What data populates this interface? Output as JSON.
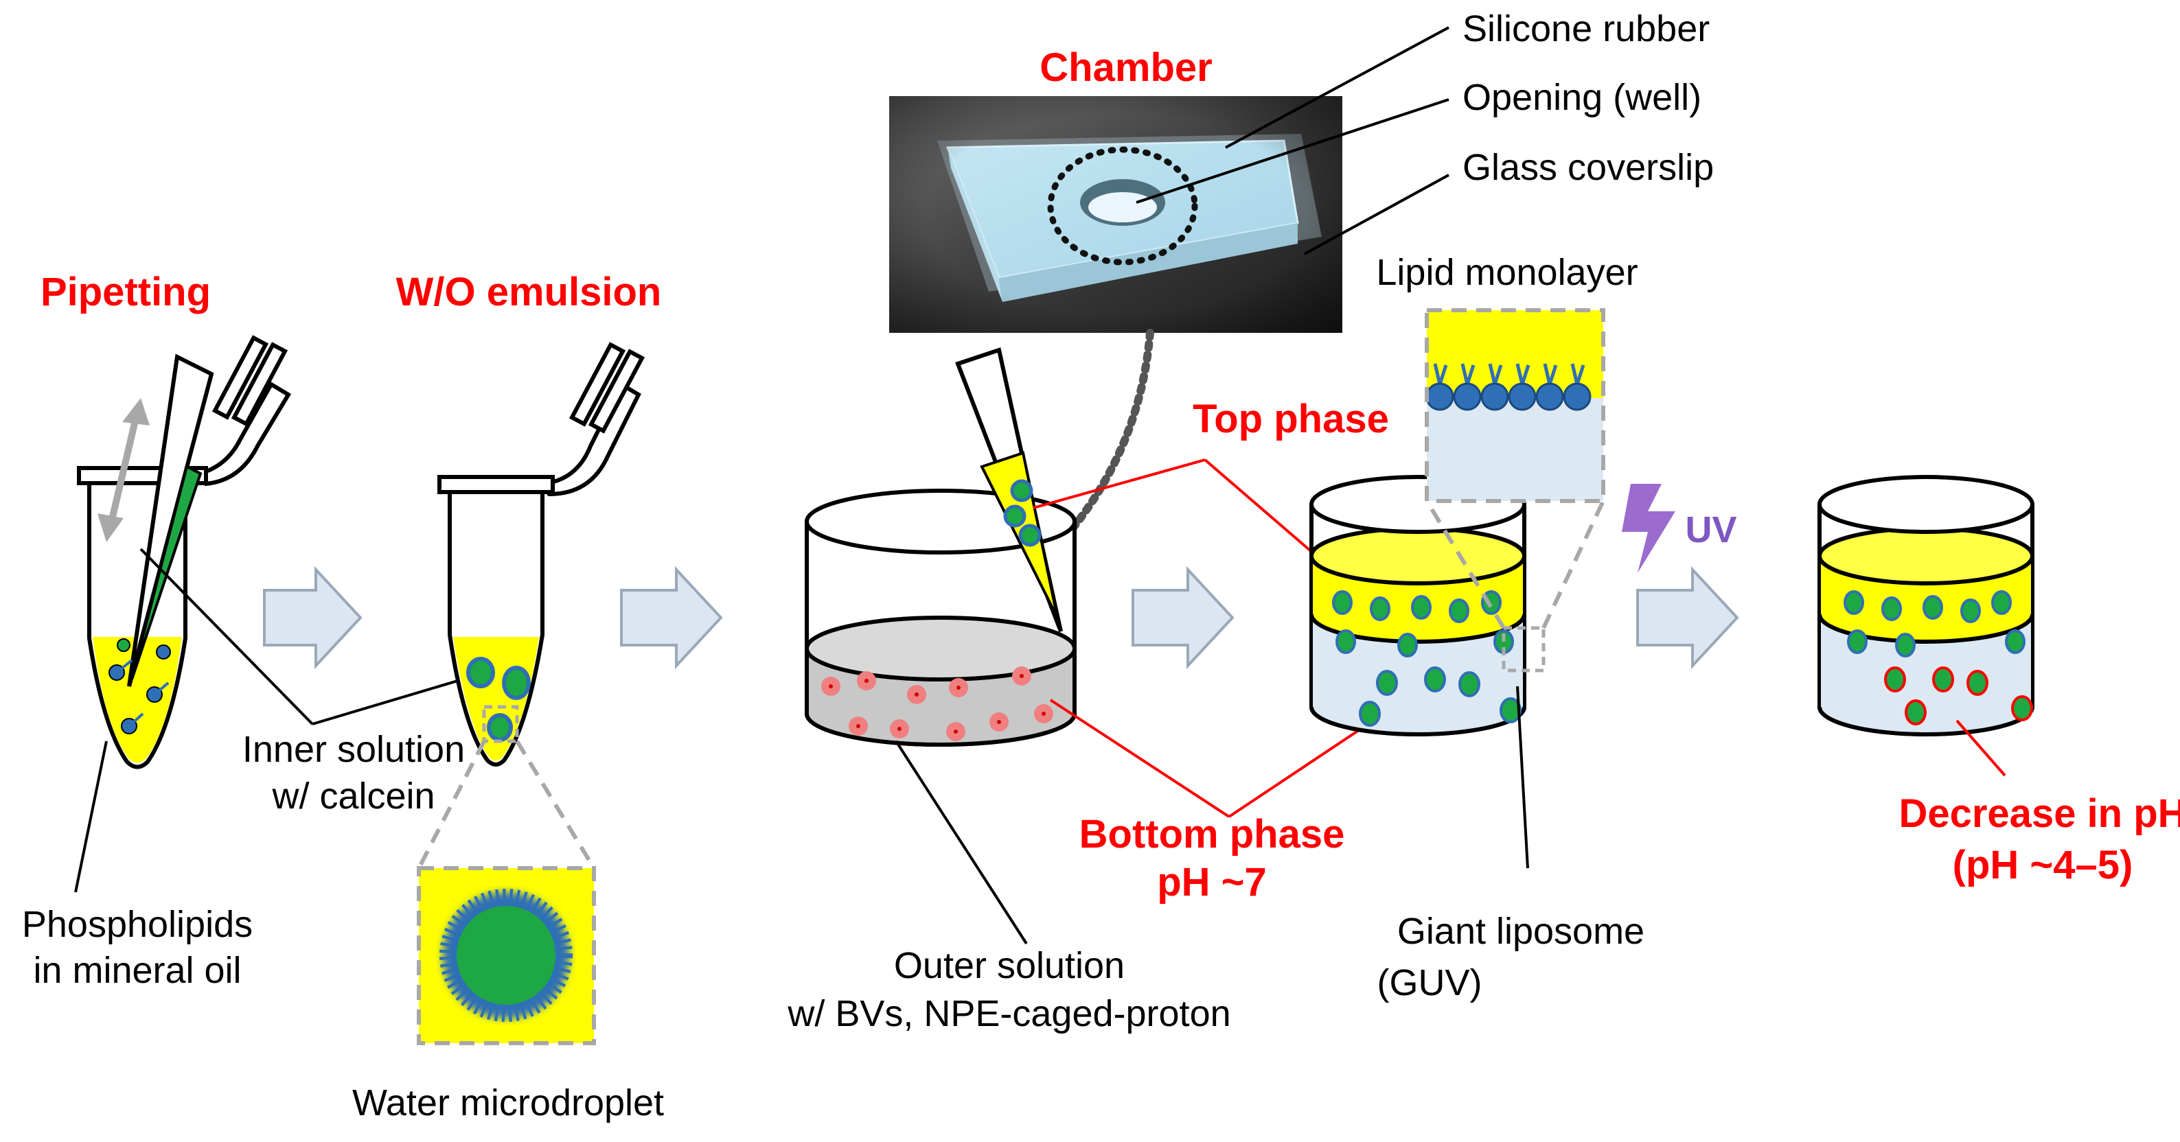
{
  "labels": {
    "pipetting": "Pipetting",
    "wo_emulsion": "W/O emulsion",
    "chamber": "Chamber",
    "silicone_rubber": "Silicone rubber",
    "opening_well": "Opening (well)",
    "glass_coverslip": "Glass coverslip",
    "lipid_monolayer": "Lipid monolayer",
    "top_phase": "Top phase",
    "uv": "UV",
    "inner_solution_1": "Inner solution",
    "inner_solution_2": "w/ calcein",
    "phospholipids_1": "Phospholipids",
    "phospholipids_2": "in mineral oil",
    "water_microdroplet": "Water microdroplet",
    "outer_solution_1": "Outer solution",
    "outer_solution_2": "w/ BVs, NPE-caged-proton",
    "bottom_phase_1": "Bottom phase",
    "bottom_phase_2": "pH ~7",
    "giant_liposome_1": "Giant liposome",
    "giant_liposome_2": "(GUV)",
    "decrease_ph_1": "Decrease in pH",
    "decrease_ph_2": "(pH ~4–5)"
  },
  "colors": {
    "label_red": "#ff0000",
    "uv_purple": "#7e57c2",
    "oil_yellow": "#ffff00",
    "droplet_green": "#22c55e",
    "lipid_blue": "#2f6fb5",
    "aqueous_blue": "#dce8f2",
    "outer_gray": "#c8c8c8",
    "arrow_fill": "#dce6f0"
  },
  "icons": [
    "pipette-icon",
    "tube-icon",
    "process-arrow-icon",
    "uv-lightning-icon",
    "chamber-photo",
    "beaker-icon"
  ]
}
